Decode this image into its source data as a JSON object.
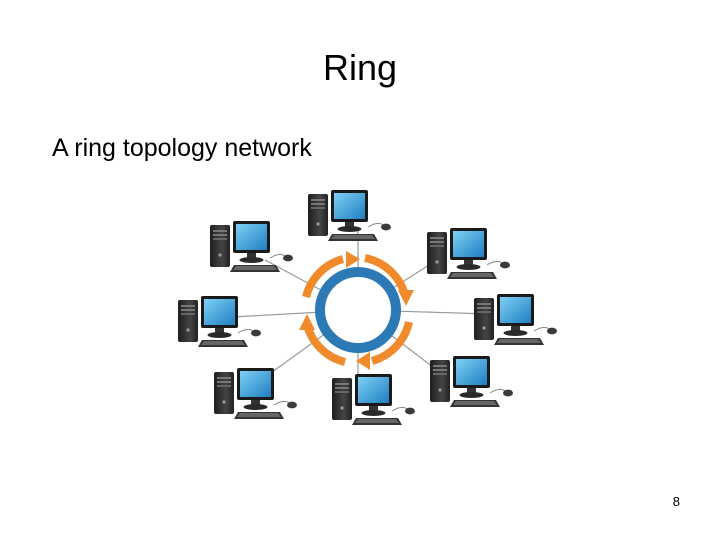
{
  "slide": {
    "title": "Ring",
    "bullet": "A ring topology network",
    "page_number": "8"
  },
  "diagram": {
    "type": "ring-topology",
    "ring_color": "#2b79b5",
    "arrow_color": "#f08a2b",
    "link_color": "#999999",
    "workstations": [
      {
        "name": "top"
      },
      {
        "name": "upper-right"
      },
      {
        "name": "right"
      },
      {
        "name": "lower-right"
      },
      {
        "name": "bottom"
      },
      {
        "name": "lower-left"
      },
      {
        "name": "left"
      },
      {
        "name": "upper-left"
      }
    ],
    "icons": {
      "computer": "desktop-computer-icon",
      "ring": "ring-hub-icon",
      "arrow": "circular-arrow-icon"
    }
  }
}
